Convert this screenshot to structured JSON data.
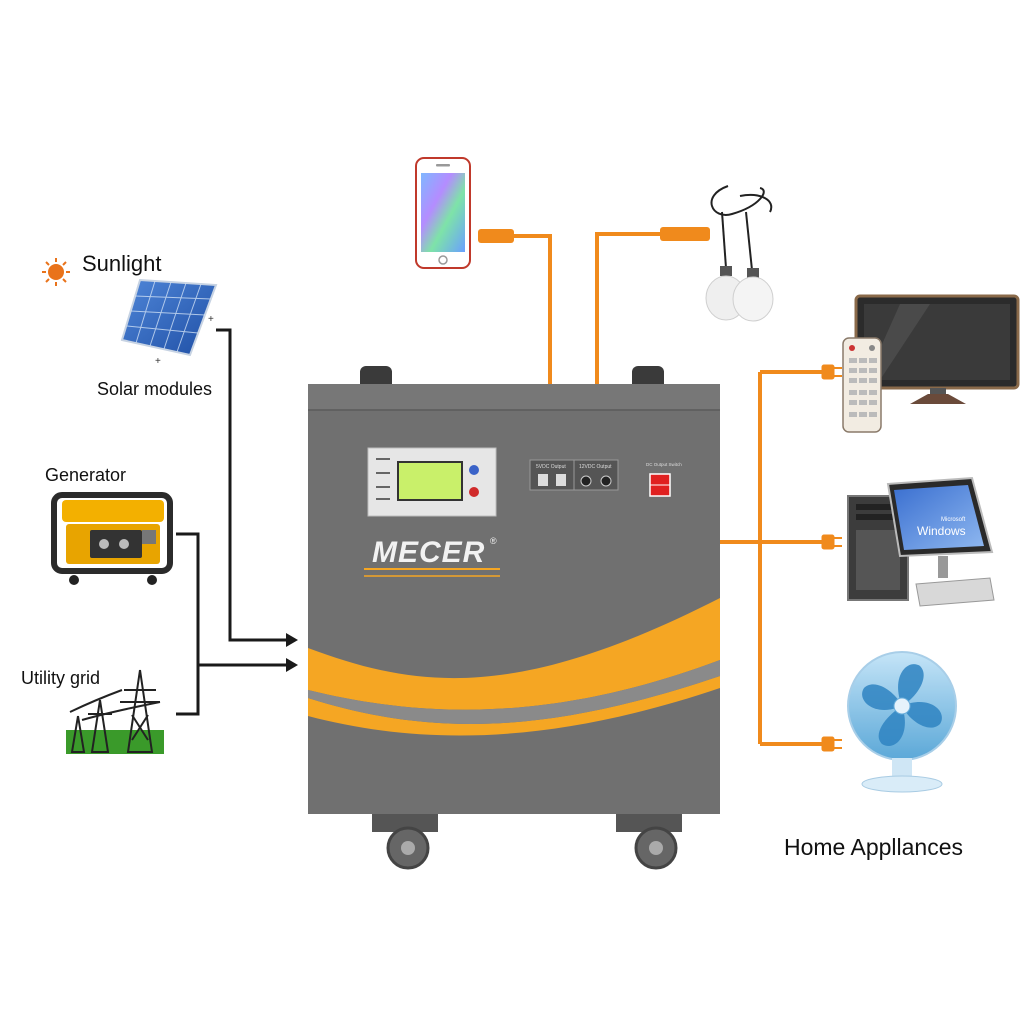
{
  "labels": {
    "sunlight": "Sunlight",
    "solar_modules": "Solar modules",
    "generator": "Generator",
    "utility_grid": "Utility grid",
    "home_appliances": "Home Appllances"
  },
  "unit": {
    "brand": "MECER",
    "registered_mark": "®",
    "usb_port_label": "5VDC Output",
    "dc_port_label": "12VDC Output",
    "switch_label": "DC Output Switch"
  },
  "appliances": {
    "monitor_screen_text": "Windows",
    "monitor_brand_text": "Microsoft"
  },
  "colors": {
    "cable_orange": "#f08a1c",
    "wire_black": "#1a1a1a",
    "unit_gray": "#6e6e6e",
    "swoosh_orange": "#f5a623",
    "lcd_green": "#c9f06a"
  }
}
